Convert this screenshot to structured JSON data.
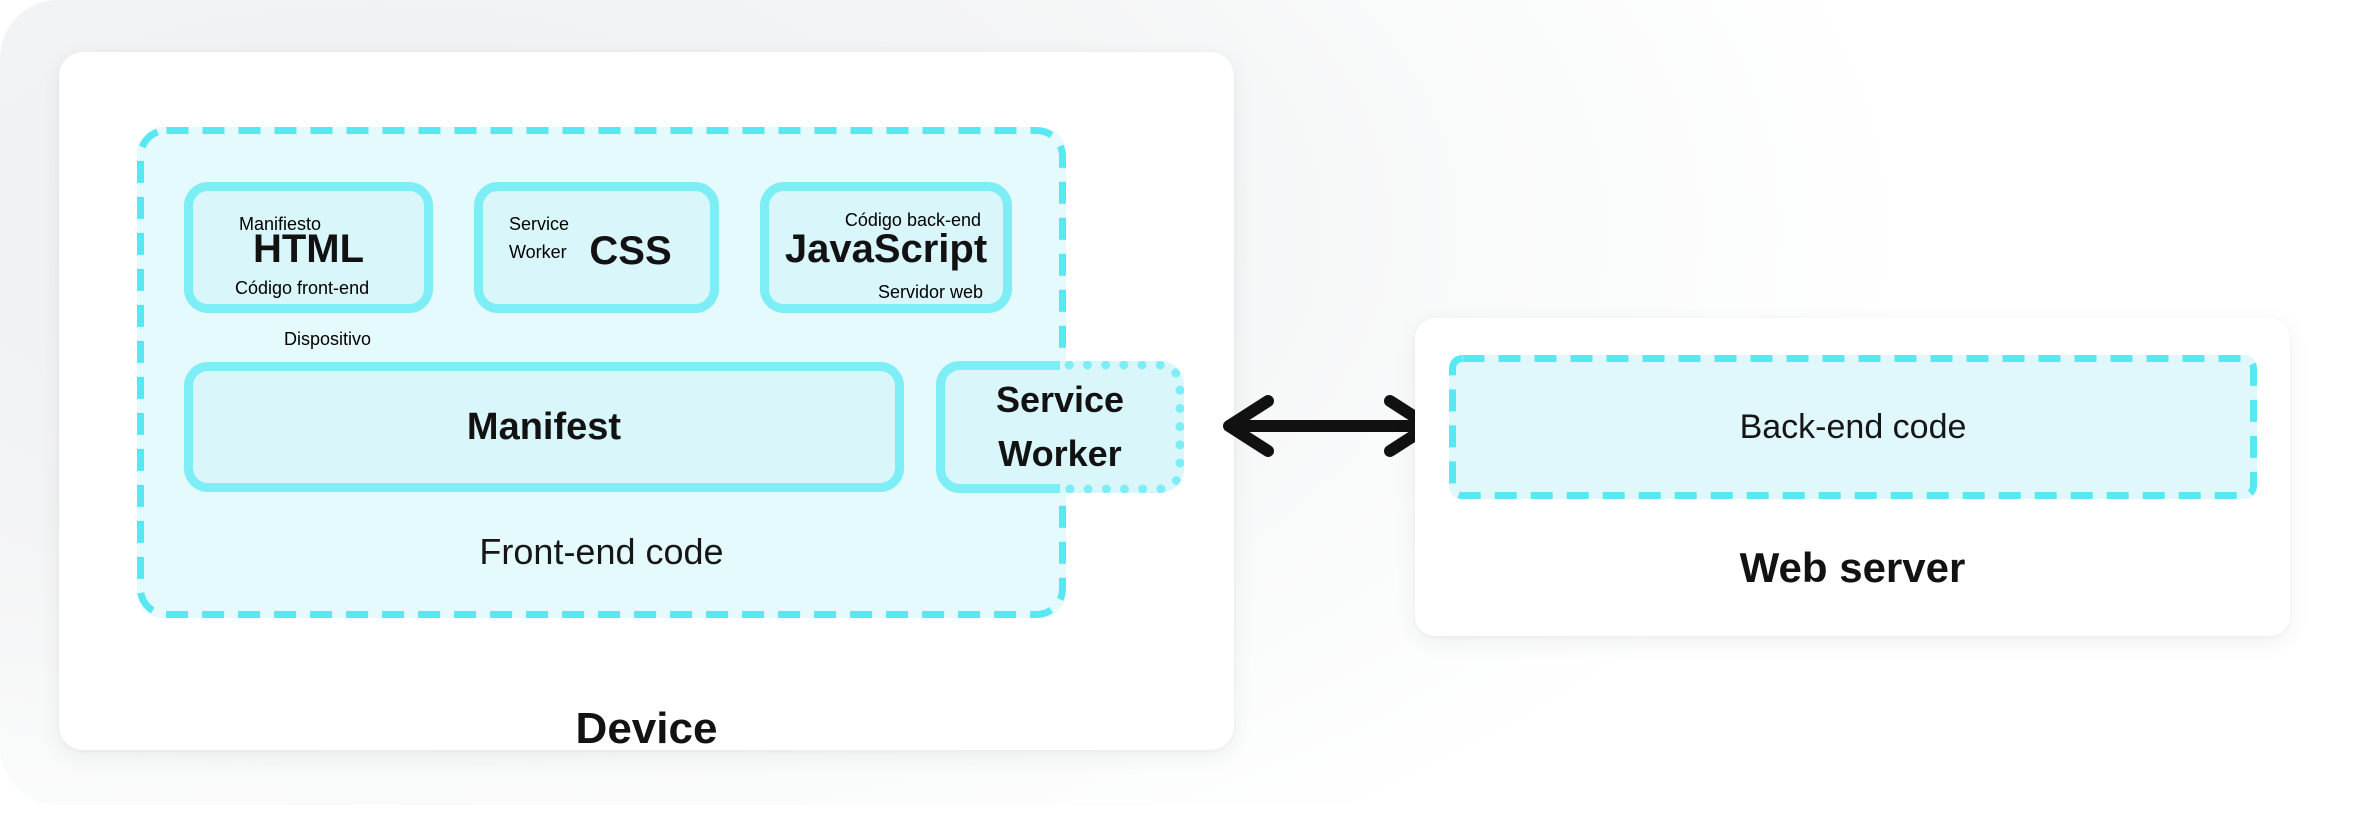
{
  "palette": {
    "border_cyan": "#7deef5",
    "dash_cyan": "#58e8f2",
    "node_fill": "#d9f6fb",
    "group_fill": "#e5fafd",
    "backend_fill": "#e0f8fc",
    "arrow_black": "#111111",
    "card_white": "#ffffff",
    "canvas_gray": "#eef0f2",
    "text_dark": "#121212"
  },
  "device": {
    "title": "Device",
    "frontend": {
      "label": "Front-end code",
      "annotation_device": "Dispositivo",
      "nodes": {
        "html": {
          "label": "HTML",
          "annotation_top": "Manifiesto",
          "annotation_bottom": "Código front-end"
        },
        "css": {
          "label": "CSS",
          "annotation_line1": "Service",
          "annotation_line2": "Worker"
        },
        "javascript": {
          "label": "JavaScript",
          "annotation_top": "Código back-end",
          "annotation_bottom": "Servidor web"
        },
        "manifest": {
          "label": "Manifest"
        },
        "service_worker": {
          "label_line1": "Service",
          "label_line2": "Worker"
        }
      }
    }
  },
  "server": {
    "title": "Web server",
    "backend": {
      "label": "Back-end code"
    }
  },
  "arrow": {
    "type": "double-headed",
    "meaning": "communication between device and web server"
  }
}
